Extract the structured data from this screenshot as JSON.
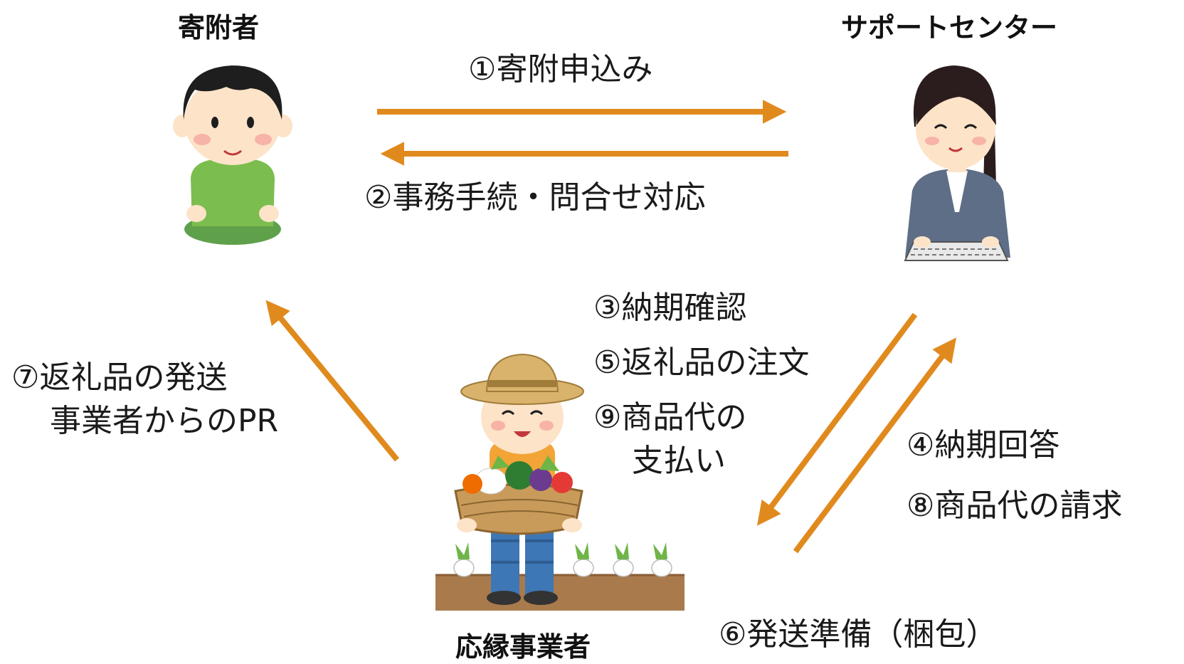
{
  "actors": {
    "donor": "寄附者",
    "support_center": "サポートセンター",
    "business": "応縁事業者"
  },
  "steps": {
    "s1": "①寄附申込み",
    "s2": "②事務手続・問合せ対応",
    "s3": "③納期確認",
    "s5": "⑤返礼品の注文",
    "s9_line1": "⑨商品代の",
    "s9_line2": "支払い",
    "s4": "④納期回答",
    "s8": "⑧商品代の請求",
    "s7_line1": "⑦返礼品の発送",
    "s7_line2": "事業者からのPR",
    "s6": "⑥発送準備（梱包）"
  },
  "colors": {
    "arrow": "#e08a1e",
    "donor_shirt": "#7cbd4f",
    "skin": "#fde3c8",
    "staff_suit": "#5d6e86"
  },
  "icons": [
    "donor-illustration",
    "support-staff-illustration",
    "farmer-illustration"
  ]
}
